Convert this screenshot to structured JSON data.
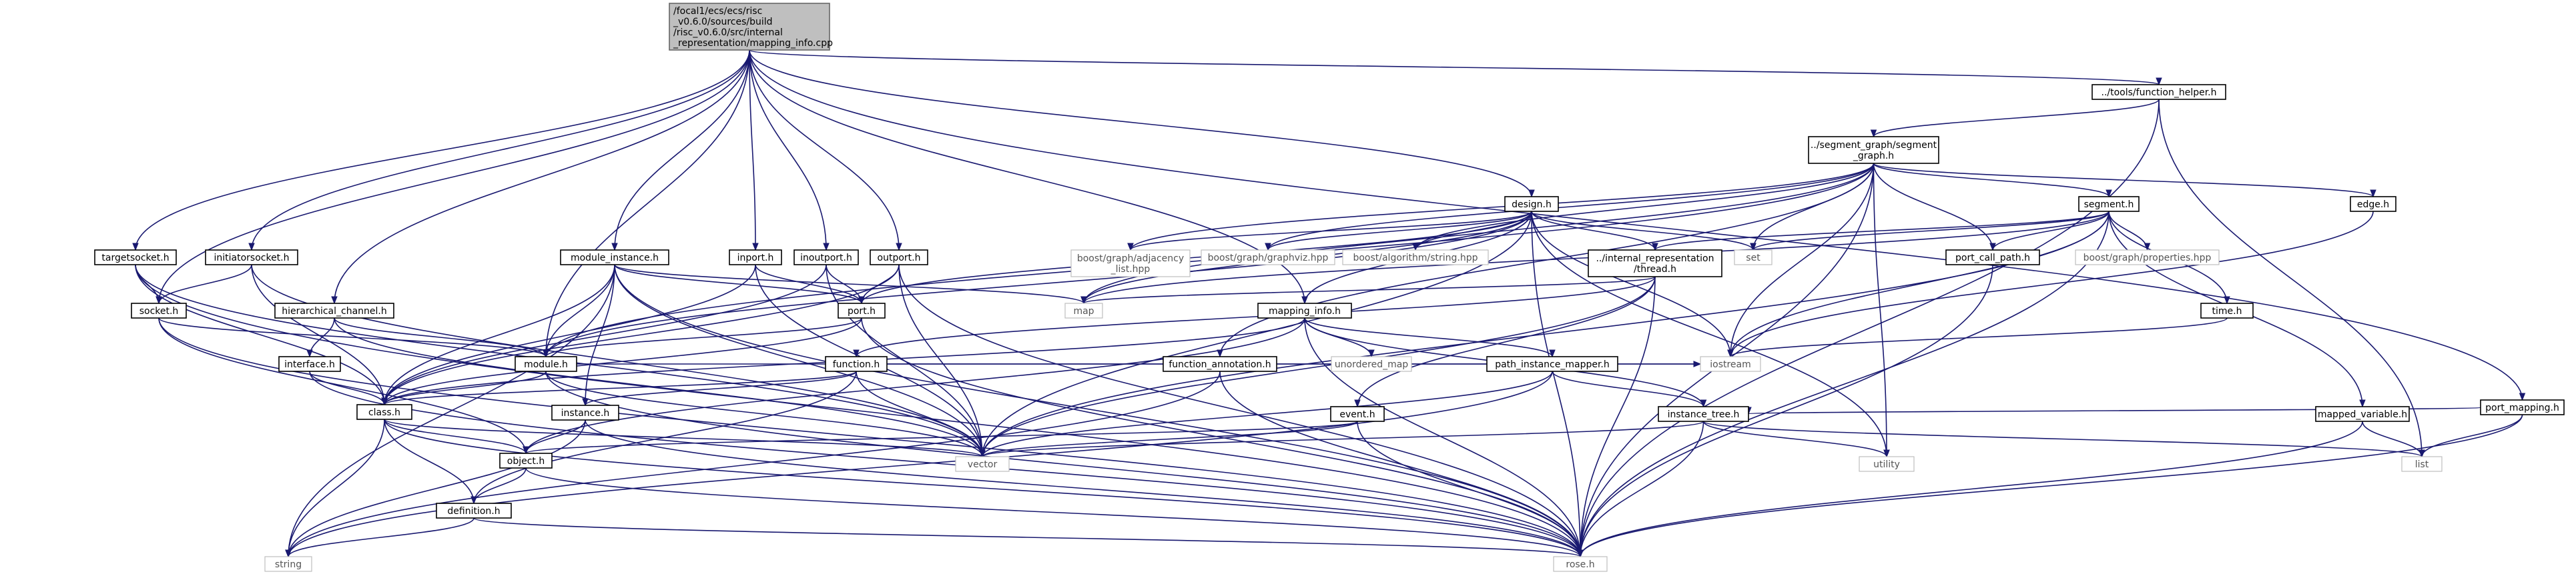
{
  "graph": {
    "root": "mapping_info",
    "nodes": {
      "mapping_info": {
        "lines": [
          "/focal1/ecs/ecs/risc",
          "_v0.6.0/sources/build",
          "/risc_v0.6.0/src/internal",
          "_representation/mapping_info.cpp"
        ],
        "kind": "root"
      },
      "function_helper": {
        "lines": [
          "../tools/function_helper.h"
        ]
      },
      "segment_graph": {
        "lines": [
          "../segment_graph/segment",
          "_graph.h"
        ]
      },
      "targetsocket": {
        "lines": [
          "targetsocket.h"
        ]
      },
      "initiatorsocket": {
        "lines": [
          "initiatorsocket.h"
        ]
      },
      "module_instance": {
        "lines": [
          "module_instance.h"
        ]
      },
      "inport": {
        "lines": [
          "inport.h"
        ]
      },
      "inoutport": {
        "lines": [
          "inoutport.h"
        ]
      },
      "outport": {
        "lines": [
          "outport.h"
        ]
      },
      "design": {
        "lines": [
          "design.h"
        ]
      },
      "segment": {
        "lines": [
          "segment.h"
        ]
      },
      "edge": {
        "lines": [
          "edge.h"
        ]
      },
      "port_mapping": {
        "lines": [
          "port_mapping.h"
        ]
      },
      "socket": {
        "lines": [
          "socket.h"
        ]
      },
      "hierarchical_channel": {
        "lines": [
          "hierarchical_channel.h"
        ]
      },
      "interface": {
        "lines": [
          "interface.h"
        ]
      },
      "module": {
        "lines": [
          "module.h"
        ]
      },
      "class": {
        "lines": [
          "class.h"
        ]
      },
      "port": {
        "lines": [
          "port.h"
        ]
      },
      "function": {
        "lines": [
          "function.h"
        ]
      },
      "instance": {
        "lines": [
          "instance.h"
        ]
      },
      "object": {
        "lines": [
          "object.h"
        ]
      },
      "definition": {
        "lines": [
          "definition.h"
        ]
      },
      "thread": {
        "lines": [
          "../internal_representation",
          "/thread.h"
        ]
      },
      "mapping_info_h": {
        "lines": [
          "mapping_info.h"
        ]
      },
      "function_annotation": {
        "lines": [
          "function_annotation.h"
        ]
      },
      "path_instance_mapper": {
        "lines": [
          "path_instance_mapper.h"
        ]
      },
      "event": {
        "lines": [
          "event.h"
        ]
      },
      "instance_tree": {
        "lines": [
          "instance_tree.h"
        ]
      },
      "port_call_path": {
        "lines": [
          "port_call_path.h"
        ]
      },
      "time": {
        "lines": [
          "time.h"
        ]
      },
      "mapped_variable": {
        "lines": [
          "mapped_variable.h"
        ]
      },
      "boost_adj": {
        "lines": [
          "boost/graph/adjacency",
          "_list.hpp"
        ],
        "kind": "external"
      },
      "boost_graphviz": {
        "lines": [
          "boost/graph/graphviz.hpp"
        ],
        "kind": "external"
      },
      "boost_string": {
        "lines": [
          "boost/algorithm/string.hpp"
        ],
        "kind": "external"
      },
      "boost_props": {
        "lines": [
          "boost/graph/properties.hpp"
        ],
        "kind": "external"
      },
      "set": {
        "lines": [
          "set"
        ],
        "kind": "external"
      },
      "map": {
        "lines": [
          "map"
        ],
        "kind": "external"
      },
      "unordered_map": {
        "lines": [
          "unordered_map"
        ],
        "kind": "external"
      },
      "iostream": {
        "lines": [
          "iostream"
        ],
        "kind": "external"
      },
      "utility": {
        "lines": [
          "utility"
        ],
        "kind": "external"
      },
      "list": {
        "lines": [
          "list"
        ],
        "kind": "external"
      },
      "vector": {
        "lines": [
          "vector"
        ],
        "kind": "external"
      },
      "string": {
        "lines": [
          "string"
        ],
        "kind": "external"
      },
      "rose": {
        "lines": [
          "rose.h"
        ],
        "kind": "external"
      }
    },
    "edges": [
      [
        "mapping_info",
        "function_helper"
      ],
      [
        "mapping_info",
        "targetsocket"
      ],
      [
        "mapping_info",
        "initiatorsocket"
      ],
      [
        "mapping_info",
        "socket"
      ],
      [
        "mapping_info",
        "hierarchical_channel"
      ],
      [
        "mapping_info",
        "module_instance"
      ],
      [
        "mapping_info",
        "module"
      ],
      [
        "mapping_info",
        "inport"
      ],
      [
        "mapping_info",
        "inoutport"
      ],
      [
        "mapping_info",
        "outport"
      ],
      [
        "mapping_info",
        "mapping_info_h"
      ],
      [
        "mapping_info",
        "design"
      ],
      [
        "mapping_info",
        "port_mapping"
      ],
      [
        "function_helper",
        "segment_graph"
      ],
      [
        "function_helper",
        "list"
      ],
      [
        "function_helper",
        "rose"
      ],
      [
        "segment_graph",
        "boost_adj"
      ],
      [
        "segment_graph",
        "boost_graphviz"
      ],
      [
        "segment_graph",
        "boost_string"
      ],
      [
        "segment_graph",
        "map"
      ],
      [
        "segment_graph",
        "set"
      ],
      [
        "segment_graph",
        "segment"
      ],
      [
        "segment_graph",
        "edge"
      ],
      [
        "segment_graph",
        "port_call_path"
      ],
      [
        "segment_graph",
        "iostream"
      ],
      [
        "segment_graph",
        "utility"
      ],
      [
        "segment_graph",
        "rose"
      ],
      [
        "segment_graph",
        "module"
      ],
      [
        "segment_graph",
        "function_annotation"
      ],
      [
        "targetsocket",
        "socket"
      ],
      [
        "targetsocket",
        "class"
      ],
      [
        "targetsocket",
        "rose"
      ],
      [
        "targetsocket",
        "vector"
      ],
      [
        "initiatorsocket",
        "socket"
      ],
      [
        "initiatorsocket",
        "class"
      ],
      [
        "initiatorsocket",
        "vector"
      ],
      [
        "socket",
        "module"
      ],
      [
        "socket",
        "object"
      ],
      [
        "socket",
        "rose"
      ],
      [
        "hierarchical_channel",
        "interface"
      ],
      [
        "hierarchical_channel",
        "module"
      ],
      [
        "hierarchical_channel",
        "vector"
      ],
      [
        "interface",
        "class"
      ],
      [
        "interface",
        "rose"
      ],
      [
        "module_instance",
        "module"
      ],
      [
        "module_instance",
        "class"
      ],
      [
        "module_instance",
        "instance"
      ],
      [
        "module_instance",
        "map"
      ],
      [
        "module_instance",
        "vector"
      ],
      [
        "module_instance",
        "string"
      ],
      [
        "module_instance",
        "rose"
      ],
      [
        "module_instance",
        "port"
      ],
      [
        "inport",
        "port"
      ],
      [
        "inport",
        "class"
      ],
      [
        "inport",
        "vector"
      ],
      [
        "inoutport",
        "port"
      ],
      [
        "inoutport",
        "class"
      ],
      [
        "inoutport",
        "vector"
      ],
      [
        "outport",
        "port"
      ],
      [
        "outport",
        "class"
      ],
      [
        "outport",
        "vector"
      ],
      [
        "outport",
        "rose"
      ],
      [
        "port",
        "module"
      ],
      [
        "port",
        "class"
      ],
      [
        "port",
        "rose"
      ],
      [
        "module",
        "class"
      ],
      [
        "module",
        "vector"
      ],
      [
        "module",
        "rose"
      ],
      [
        "module",
        "iostream"
      ],
      [
        "class",
        "object"
      ],
      [
        "class",
        "definition"
      ],
      [
        "class",
        "vector"
      ],
      [
        "class",
        "string"
      ],
      [
        "class",
        "rose"
      ],
      [
        "object",
        "definition"
      ],
      [
        "object",
        "rose"
      ],
      [
        "definition",
        "string"
      ],
      [
        "definition",
        "rose"
      ],
      [
        "instance",
        "object"
      ],
      [
        "instance",
        "string"
      ],
      [
        "instance",
        "rose"
      ],
      [
        "function",
        "class"
      ],
      [
        "function",
        "instance"
      ],
      [
        "function",
        "definition"
      ],
      [
        "function",
        "vector"
      ],
      [
        "function",
        "iostream"
      ],
      [
        "design",
        "boost_adj"
      ],
      [
        "design",
        "boost_graphviz"
      ],
      [
        "design",
        "boost_string"
      ],
      [
        "design",
        "set"
      ],
      [
        "design",
        "map"
      ],
      [
        "design",
        "thread"
      ],
      [
        "design",
        "port"
      ],
      [
        "design",
        "module"
      ],
      [
        "design",
        "mapping_info_h"
      ],
      [
        "design",
        "vector"
      ],
      [
        "design",
        "utility"
      ],
      [
        "design",
        "iostream"
      ],
      [
        "design",
        "rose"
      ],
      [
        "thread",
        "map"
      ],
      [
        "thread",
        "function"
      ],
      [
        "thread",
        "event"
      ],
      [
        "thread",
        "vector"
      ],
      [
        "thread",
        "rose"
      ],
      [
        "mapping_info_h",
        "unordered_map"
      ],
      [
        "mapping_info_h",
        "path_instance_mapper"
      ],
      [
        "mapping_info_h",
        "instance_tree"
      ],
      [
        "mapping_info_h",
        "object"
      ],
      [
        "mapping_info_h",
        "class"
      ],
      [
        "mapping_info_h",
        "rose"
      ],
      [
        "function_annotation",
        "string"
      ],
      [
        "function_annotation",
        "rose"
      ],
      [
        "path_instance_mapper",
        "instance_tree"
      ],
      [
        "path_instance_mapper",
        "vector"
      ],
      [
        "path_instance_mapper",
        "string"
      ],
      [
        "event",
        "object"
      ],
      [
        "event",
        "vector"
      ],
      [
        "event",
        "rose"
      ],
      [
        "instance_tree",
        "vector"
      ],
      [
        "instance_tree",
        "list"
      ],
      [
        "instance_tree",
        "utility"
      ],
      [
        "instance_tree",
        "rose"
      ],
      [
        "segment",
        "boost_props"
      ],
      [
        "segment",
        "set"
      ],
      [
        "segment",
        "map"
      ],
      [
        "segment",
        "port_call_path"
      ],
      [
        "segment",
        "time"
      ],
      [
        "segment",
        "mapped_variable"
      ],
      [
        "segment",
        "thread"
      ],
      [
        "segment",
        "iostream"
      ],
      [
        "segment",
        "vector"
      ],
      [
        "segment",
        "rose"
      ],
      [
        "edge",
        "iostream"
      ],
      [
        "port_call_path",
        "rose"
      ],
      [
        "time",
        "iostream"
      ],
      [
        "mapped_variable",
        "list"
      ],
      [
        "mapped_variable",
        "rose"
      ],
      [
        "port_mapping",
        "instance_tree"
      ],
      [
        "port_mapping",
        "list"
      ],
      [
        "port_mapping",
        "rose"
      ]
    ]
  }
}
